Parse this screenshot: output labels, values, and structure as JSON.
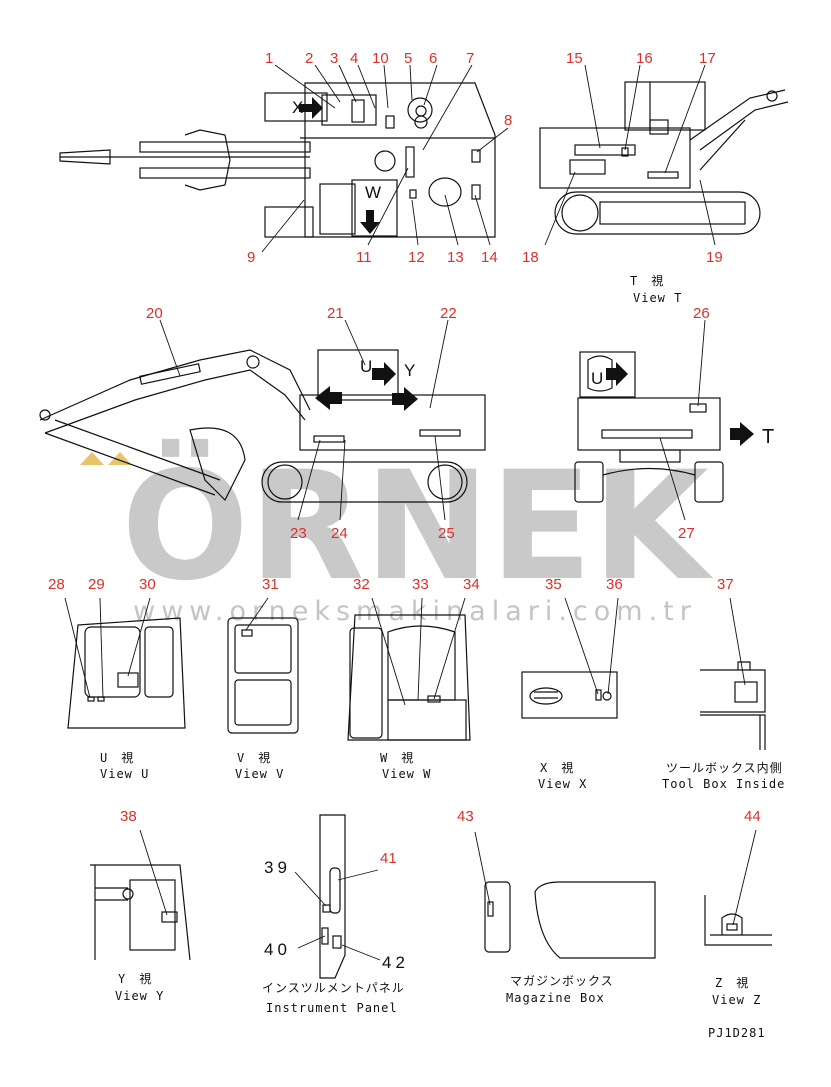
{
  "callouts": [
    "1",
    "2",
    "3",
    "4",
    "10",
    "5",
    "6",
    "7",
    "8",
    "9",
    "11",
    "12",
    "13",
    "14",
    "15",
    "16",
    "17",
    "18",
    "19",
    "20",
    "21",
    "22",
    "23",
    "24",
    "25",
    "26",
    "27",
    "28",
    "29",
    "30",
    "31",
    "32",
    "33",
    "34",
    "35",
    "36",
    "37",
    "38",
    "39",
    "41",
    "40",
    "42",
    "43",
    "44"
  ],
  "view_letters": {
    "x": "X",
    "w": "W",
    "u": "U",
    "y": "Y",
    "t": "T"
  },
  "captions": {
    "view_t_jp": "T　視",
    "view_t_en": "View T",
    "view_u_jp": "U　視",
    "view_u_en": "View U",
    "view_v_jp": "V　視",
    "view_v_en": "View V",
    "view_w_jp": "W　視",
    "view_w_en": "View W",
    "view_x_jp": "X　視",
    "view_x_en": "View X",
    "toolbox_jp": "ツールボックス内側",
    "toolbox_en": "Tool Box Inside",
    "view_y_jp": "Y　視",
    "view_y_en": "View Y",
    "panel_jp": "インスツルメントパネル",
    "panel_en": "Instrument Panel",
    "magazine_jp": "マガジンボックス",
    "magazine_en": "Magazine Box",
    "view_z_jp": "Z　視",
    "view_z_en": "View Z"
  },
  "drawing_code": "PJ1D281",
  "watermark": {
    "brand": "ÖRNEK",
    "url": "www.orneksmakinalari.com.tr"
  },
  "colors": {
    "callout": "#d9312b",
    "line": "#111111",
    "watermark": "#c9c9c9"
  }
}
